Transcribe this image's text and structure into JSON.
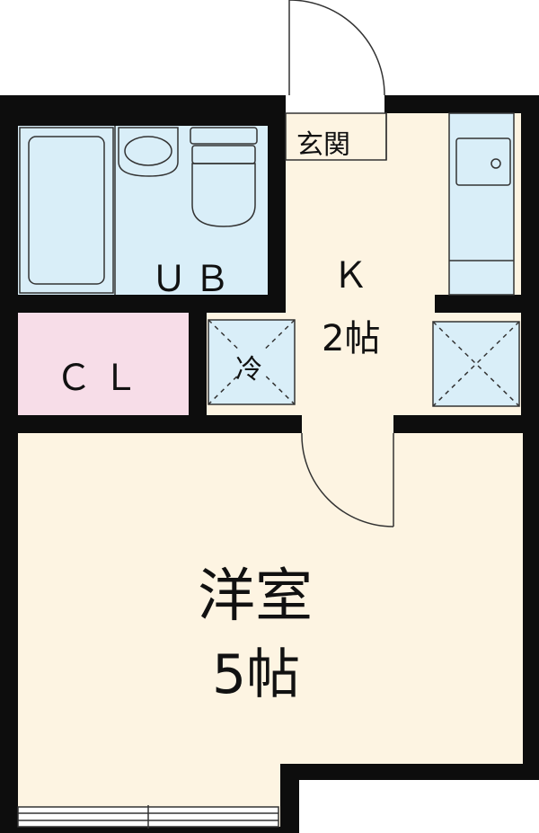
{
  "rooms": {
    "ub": "ＵＢ",
    "cl": "ＣＬ",
    "genkan": "玄関",
    "kitchen_name": "Ｋ",
    "kitchen_size": "2帖",
    "fridge": "冷",
    "western_name": "洋室",
    "western_size": "5帖"
  },
  "colors": {
    "wall": "#0d0d0d",
    "blue_room": "#d9eef8",
    "pink_room": "#f7dde8",
    "cream_room": "#fdf4e2",
    "fixture_stroke": "#333333"
  },
  "icons": [
    "door-swing-icon",
    "bathtub-icon",
    "sink-icon",
    "toilet-icon",
    "stove-icon",
    "fridge-icon",
    "appliance-space-icon",
    "window-icon"
  ]
}
